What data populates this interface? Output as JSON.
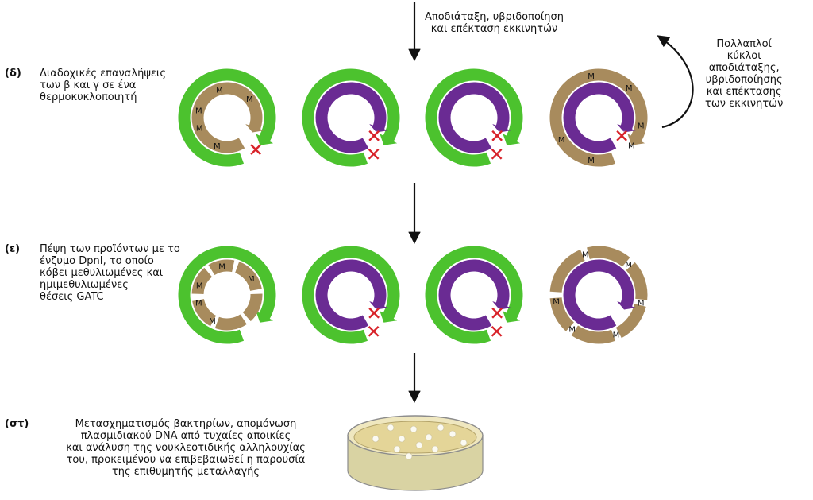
{
  "colors": {
    "green": "#4cc22e",
    "tan": "#a88b5d",
    "purple": "#6a2b93",
    "mutation": "#d8232a",
    "arrow": "#111111"
  },
  "top_note": [
    "Αποδιάταξη, υβριδοποίηση",
    "και επέκταση εκκινητών"
  ],
  "side_note": [
    "Πολλαπλοί",
    "κύκλοι",
    "αποδιάταξης,",
    "υβριδοποίησης",
    "και επέκτασης",
    "των εκκινητών"
  ],
  "marker": "M",
  "steps": {
    "d": {
      "label": "(δ)",
      "text": [
        "Διαδοχικές επαναλήψεις",
        "των β και γ σε ένα",
        "θερμοκυκλοποιητή"
      ]
    },
    "e": {
      "label": "(ε)",
      "text": [
        "Πέψη των προϊόντων με το",
        "ένζυμο DpnI, το οποίο",
        "κόβει μεθυλιωμένες και",
        "ημιμεθυλιωμένες",
        "θέσεις GATC"
      ]
    },
    "st": {
      "label": "(στ)",
      "text": [
        "Μετασχηματισμός βακτηρίων, απομόνωση",
        "πλασμιδιακού DNA από τυχαίες αποικίες",
        "και ανάλυση της νουκλεοτιδικής αλληλουχίας",
        "του, προκειμένου να επιβεβαιωθεί η παρουσία",
        "της επιθυμητής μεταλλαγής"
      ]
    }
  }
}
